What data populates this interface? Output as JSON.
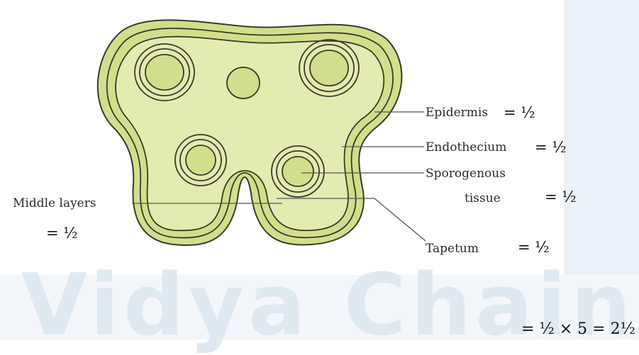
{
  "diagram": {
    "colors": {
      "outer_fill": "#d3de8c",
      "inner_fill": "#e4ebb0",
      "outline": "#3a3a2a",
      "watermark": "#dfe9f2",
      "watermark_panel": "#eaf2f8"
    },
    "watermark_text": "Vidya Chain",
    "labels": {
      "epidermis": {
        "name": "Epidermis",
        "marks": "= ½"
      },
      "endothecium": {
        "name": "Endothecium",
        "marks": "= ½"
      },
      "sporogenous": {
        "name_line1": "Sporogenous",
        "name_line2": "tissue",
        "marks": "= ½"
      },
      "middle_layers": {
        "name": "Middle layers",
        "marks": "= ½"
      },
      "tapetum": {
        "name": "Tapetum",
        "marks": "= ½"
      }
    },
    "total": "= ½ × 5 = 2½"
  }
}
